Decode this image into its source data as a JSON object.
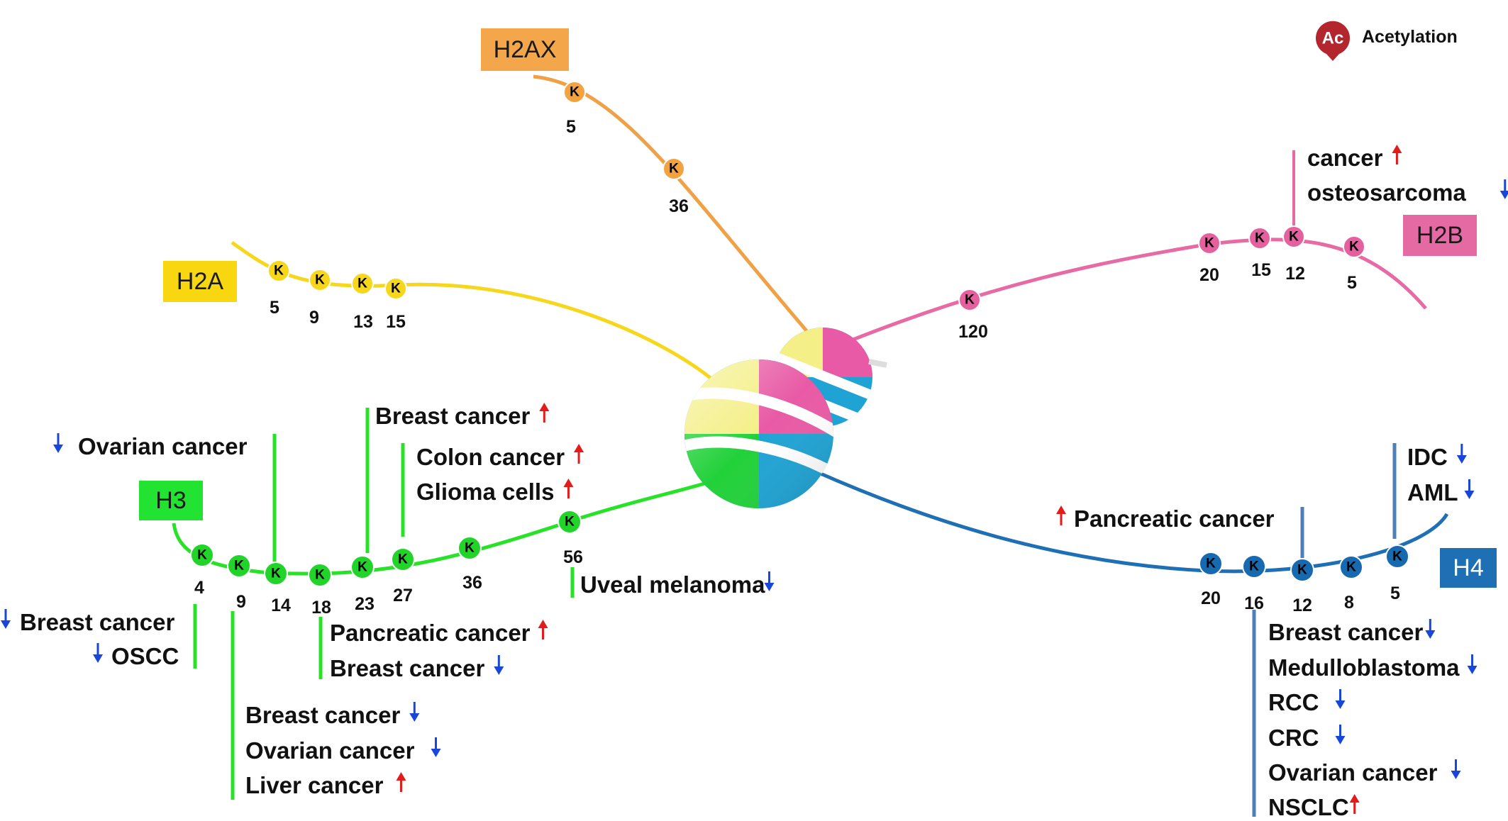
{
  "legend": {
    "badge": "Ac",
    "label": "Acetylation"
  },
  "lysine_symbol": "K",
  "up_arrow": "↑",
  "down_arrow": "↓",
  "colors": {
    "H2AX": "#f0a045",
    "H2A": "#f7d71c",
    "H2B": "#e76aa4",
    "H3": "#28e228",
    "H4": "#1f6fb5",
    "arrow_up": "#e41b1b",
    "arrow_down": "#1846d8",
    "legend": "#b3262e"
  },
  "histones": {
    "H2AX": {
      "label": "H2AX",
      "sites": [
        {
          "number": "5"
        },
        {
          "number": "36"
        }
      ]
    },
    "H2A": {
      "label": "H2A",
      "sites": [
        {
          "number": "5"
        },
        {
          "number": "9"
        },
        {
          "number": "13"
        },
        {
          "number": "15"
        }
      ]
    },
    "H2B": {
      "label": "H2B",
      "sites": [
        {
          "number": "120"
        },
        {
          "number": "20"
        },
        {
          "number": "15"
        },
        {
          "number": "12"
        },
        {
          "number": "5"
        }
      ],
      "annotations": [
        {
          "text": "cancer",
          "trend": "up"
        },
        {
          "text": "osteosarcoma",
          "trend": "down"
        }
      ]
    },
    "H3": {
      "label": "H3",
      "sites": [
        {
          "number": "4"
        },
        {
          "number": "9"
        },
        {
          "number": "14"
        },
        {
          "number": "18"
        },
        {
          "number": "23"
        },
        {
          "number": "27"
        },
        {
          "number": "36"
        },
        {
          "number": "56"
        }
      ],
      "annotations": [
        {
          "text": "Ovarian cancer",
          "trend": "down"
        },
        {
          "text": "Breast cancer",
          "trend": "up"
        },
        {
          "text": "Colon cancer",
          "trend": "up"
        },
        {
          "text": "Glioma cells",
          "trend": "up"
        },
        {
          "text": "Uveal melanoma",
          "trend": "down"
        },
        {
          "text": "Breast cancer",
          "trend": "down"
        },
        {
          "text": "OSCC",
          "trend": "down"
        },
        {
          "text": "Pancreatic cancer",
          "trend": "up"
        },
        {
          "text": "Breast cancer",
          "trend": "down"
        },
        {
          "text": "Breast cancer",
          "trend": "down"
        },
        {
          "text": "Ovarian cancer",
          "trend": "down"
        },
        {
          "text": "Liver cancer",
          "trend": "up"
        }
      ]
    },
    "H4": {
      "label": "H4",
      "sites": [
        {
          "number": "20"
        },
        {
          "number": "16"
        },
        {
          "number": "12"
        },
        {
          "number": "8"
        },
        {
          "number": "5"
        }
      ],
      "annotations": [
        {
          "text": "Pancreatic cancer",
          "trend": "up"
        },
        {
          "text": "IDC",
          "trend": "down"
        },
        {
          "text": "AML",
          "trend": "down"
        },
        {
          "text": "Breast cancer",
          "trend": "down"
        },
        {
          "text": "Medulloblastoma",
          "trend": "down"
        },
        {
          "text": "RCC",
          "trend": "down"
        },
        {
          "text": "CRC",
          "trend": "down"
        },
        {
          "text": "Ovarian cancer",
          "trend": "down"
        },
        {
          "text": "NSCLC",
          "trend": "up"
        }
      ]
    }
  }
}
